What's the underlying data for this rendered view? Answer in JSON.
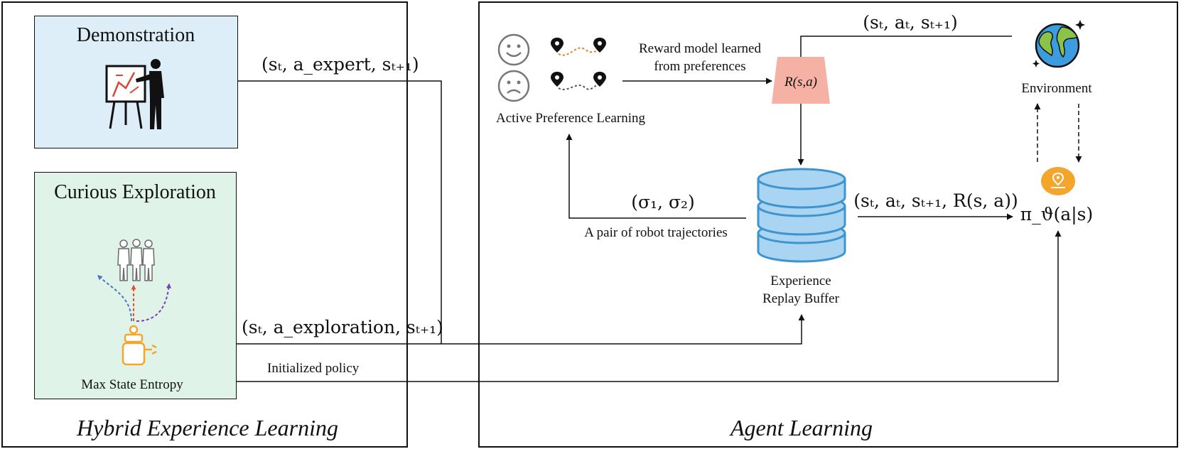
{
  "left_panel": {
    "caption": "Hybrid Experience Learning",
    "demonstration": {
      "title": "Demonstration",
      "icon": "teacher-presentation-icon"
    },
    "exploration": {
      "title": "Curious Exploration",
      "subtitle": "Max State Entropy",
      "icon": "robot-exploration-icon"
    }
  },
  "right_panel": {
    "caption": "Agent Learning",
    "preference": {
      "label": "Active Preference Learning",
      "good_icon": "smiley-face-icon",
      "bad_icon": "sad-face-icon"
    },
    "reward_arrow_label": "Reward model learned\nfrom preferences",
    "reward_model": "R(s,a)",
    "environment": {
      "label": "Environment",
      "icon": "globe-icon"
    },
    "buffer": {
      "label": "Experience\nReplay Buffer",
      "icon": "database-icon"
    },
    "trajectory_pair": {
      "math": "(σ₁, σ₂)",
      "label": "A pair of robot trajectories"
    },
    "buffer_to_policy": "(sₜ, aₜ, sₜ₊₁, R(s, a))",
    "env_transition": "(sₜ, aₜ, sₜ₊₁)",
    "policy": {
      "label": "π_ϑ(a|s)",
      "icon": "location-pin-icon"
    }
  },
  "connections": {
    "expert_tuple": "(sₜ, a_expert, sₜ₊₁)",
    "exploration_tuple": "(sₜ, a_exploration, sₜ₊₁)",
    "initialized_policy": "Initialized policy"
  },
  "colors": {
    "demonstration_fill": "#ddeef9",
    "exploration_fill": "#dff3e9",
    "reward_fill": "#f5b2a4",
    "database_fill": "#a9d4f2",
    "database_stroke": "#3f93cf",
    "robot_orange": "#f3a62b",
    "globe_blue": "#3d9be0",
    "globe_green": "#8bc34a"
  }
}
